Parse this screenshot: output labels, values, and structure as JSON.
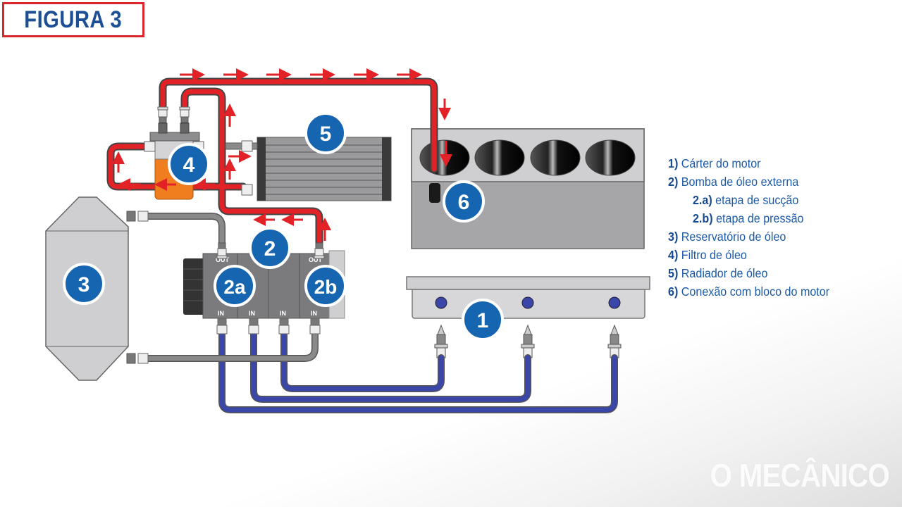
{
  "figure": {
    "title": "FIGURA 3",
    "watermark": "O MECÂNICO"
  },
  "colors": {
    "title_border": "#d9262e",
    "title_text": "#1c4f94",
    "badge_fill": "#1565b0",
    "pressure_line": "#e32227",
    "suction_line": "#3a46a8",
    "return_line": "#8a8a8a",
    "filter_body": "#f07d1e",
    "legend_text": "#1c5aa6"
  },
  "components": [
    {
      "id": "1",
      "badge": "1",
      "name": "sump"
    },
    {
      "id": "2",
      "badge": "2",
      "name": "external-oil-pump"
    },
    {
      "id": "2a",
      "badge": "2a",
      "name": "suction-stage",
      "ports": {
        "top": "OUT",
        "bottom": "IN"
      }
    },
    {
      "id": "2b",
      "badge": "2b",
      "name": "pressure-stage",
      "ports": {
        "top": "OUT",
        "bottom": "IN"
      }
    },
    {
      "id": "3",
      "badge": "3",
      "name": "oil-reservoir"
    },
    {
      "id": "4",
      "badge": "4",
      "name": "oil-filter"
    },
    {
      "id": "5",
      "badge": "5",
      "name": "oil-cooler"
    },
    {
      "id": "6",
      "badge": "6",
      "name": "engine-block-connection"
    }
  ],
  "pump_ports": {
    "out_labels": [
      "OUT",
      "OUT"
    ],
    "in_labels": [
      "IN",
      "IN",
      "IN",
      "IN"
    ]
  },
  "legend": [
    {
      "num": "1)",
      "text": " Cárter do motor",
      "sub": false
    },
    {
      "num": "2)",
      "text": " Bomba de óleo externa",
      "sub": false
    },
    {
      "num": "2.a)",
      "text": " etapa de sucção",
      "sub": true
    },
    {
      "num": "2.b)",
      "text": " etapa de pressão",
      "sub": true
    },
    {
      "num": "3)",
      "text": " Reservatório de óleo",
      "sub": false
    },
    {
      "num": "4)",
      "text": " Filtro de óleo",
      "sub": false
    },
    {
      "num": "5)",
      "text": " Radiador de óleo",
      "sub": false
    },
    {
      "num": "6)",
      "text": " Conexão com bloco do motor",
      "sub": false
    }
  ]
}
